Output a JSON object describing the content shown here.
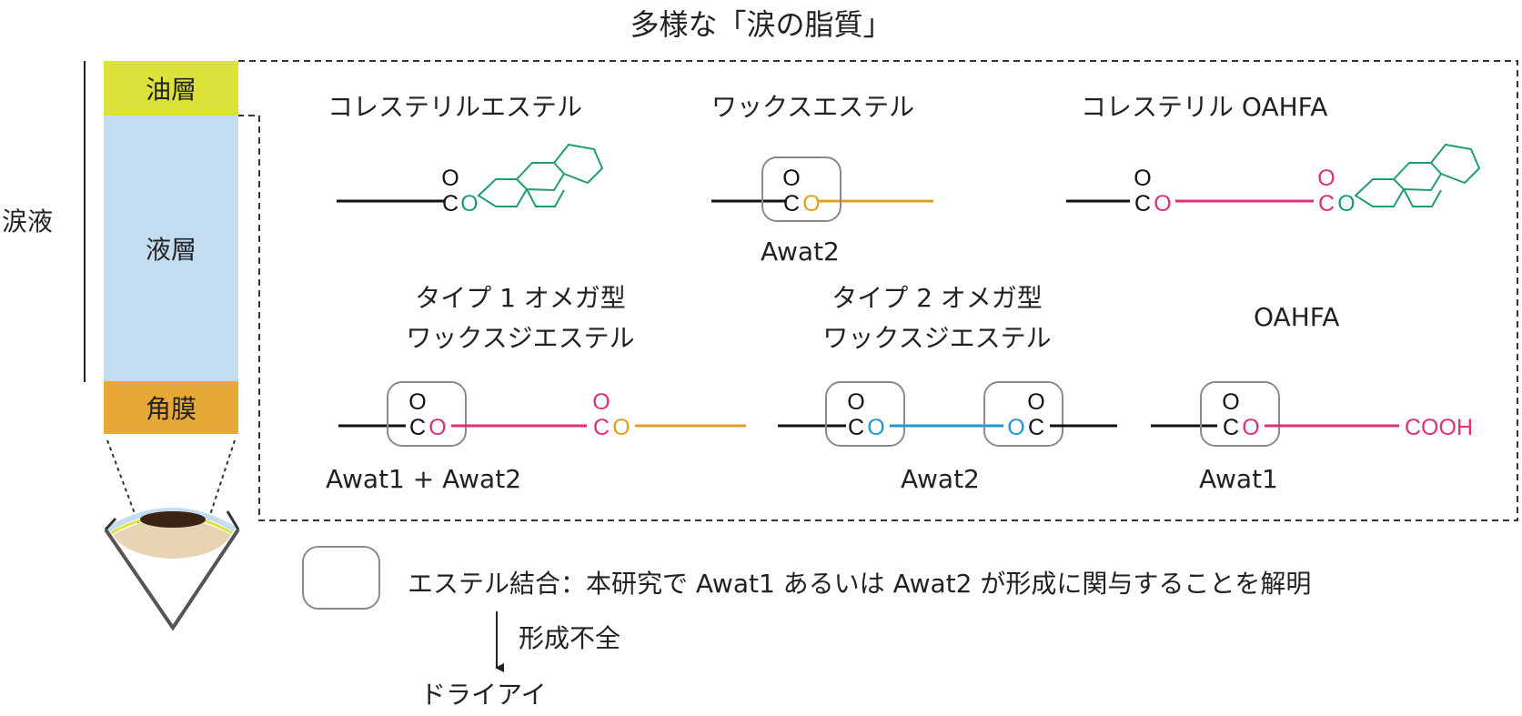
{
  "title": "多様な「涙の脂質」",
  "left_panel": {
    "tear_label": "涙液",
    "layers": {
      "oil": "油層",
      "aqueous": "液層",
      "cornea": "角膜"
    }
  },
  "molecules": {
    "cholesteryl_ester": {
      "name": "コレステリルエステル"
    },
    "wax_ester": {
      "name": "ワックスエステル",
      "enzyme": "Awat2"
    },
    "cholesteryl_oahfa": {
      "name": "コレステリル OAHFA"
    },
    "type1": {
      "name_line1": "タイプ 1 オメガ型",
      "name_line2": "ワックスジエステル",
      "enzyme": "Awat1 + Awat2"
    },
    "type2": {
      "name_line1": "タイプ 2 オメガ型",
      "name_line2": "ワックスジエステル",
      "enzyme": "Awat2"
    },
    "oahfa": {
      "name": "OAHFA",
      "enzyme": "Awat1"
    }
  },
  "chem": {
    "o": "O",
    "c": "C",
    "oc_o": "O",
    "oc_c": "C",
    "cooh": "COOH"
  },
  "legend": {
    "text": "エステル結合：本研究で Awat1 あるいは Awat2 が形成に関与することを解明",
    "arrow_label": "形成不全",
    "result": "ドライアイ"
  },
  "colors": {
    "oil_layer": "#dde23a",
    "aqueous_layer": "#c3dcf0",
    "cornea_layer": "#e8a835",
    "sterol_green": "#1f9e6a",
    "wax_orange": "#e0a020",
    "pink": "#e0307a",
    "blue": "#1a9ad0",
    "box_border": "#8a8a8a"
  }
}
